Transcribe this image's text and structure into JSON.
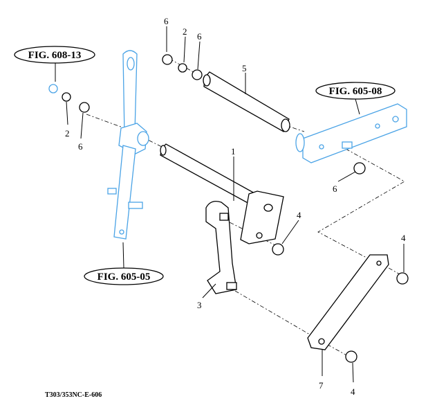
{
  "diagram": {
    "drawing_code": "T303/353NC-E-606",
    "figure_refs": [
      "FIG. 608-13",
      "FIG. 605-08",
      "FIG. 605-05"
    ],
    "callouts": [
      "6",
      "2",
      "6",
      "5",
      "2",
      "6",
      "1",
      "4",
      "6",
      "4",
      "3",
      "7",
      "4"
    ],
    "colors": {
      "reference_parts": "#4aa3e6",
      "parts": "#000000"
    }
  }
}
